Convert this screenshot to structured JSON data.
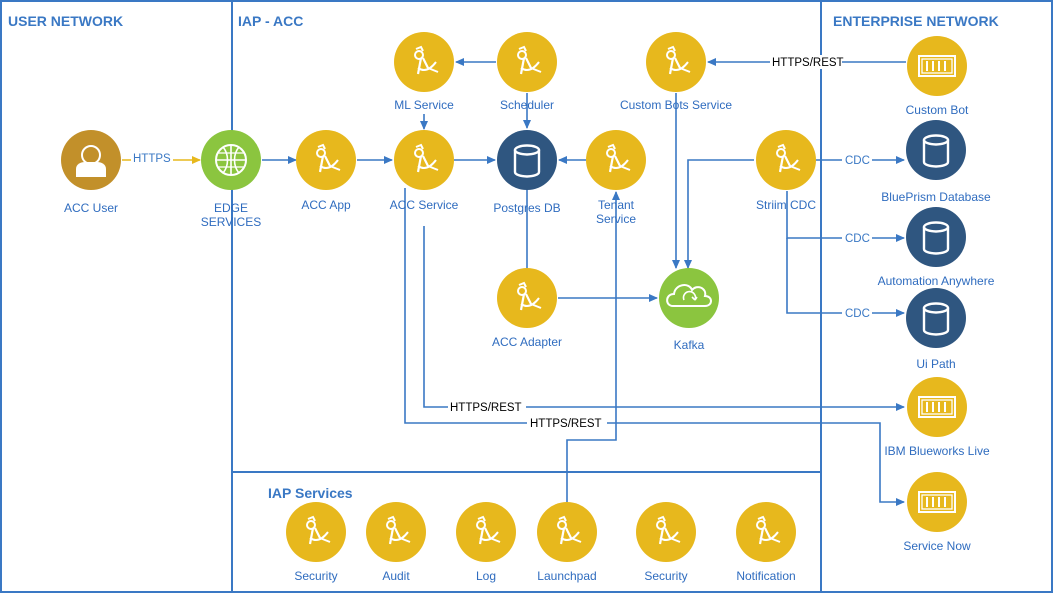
{
  "sections": {
    "user_network": "USER NETWORK",
    "iap_acc": "IAP - ACC",
    "enterprise_network": "ENTERPRISE NETWORK",
    "iap_services": "IAP Services"
  },
  "colors": {
    "border": "#3a78c4",
    "gold": "#e7b81d",
    "green": "#8bc53f",
    "navy": "#2f5680",
    "bronze": "#c2902a",
    "edge": "#3a78c4",
    "edge_https": "#e7b81d"
  },
  "nodes": {
    "acc_user": {
      "label": "ACC User",
      "icon": "user-icon"
    },
    "edge_services": {
      "label1": "EDGE",
      "label2": "SERVICES",
      "icon": "globe-icon"
    },
    "acc_app": {
      "label": "ACC App",
      "icon": "service-icon"
    },
    "ml_service": {
      "label": "ML Service",
      "icon": "service-icon"
    },
    "scheduler": {
      "label": "Scheduler",
      "icon": "service-icon"
    },
    "acc_service": {
      "label": "ACC Service",
      "icon": "service-icon"
    },
    "postgres_db": {
      "label": "Postgres DB",
      "icon": "database-icon"
    },
    "tenant_service": {
      "label1": "Tenant",
      "label2": "Service",
      "icon": "service-icon"
    },
    "custom_bots_service": {
      "label": "Custom Bots Service",
      "icon": "service-icon"
    },
    "acc_adapter": {
      "label": "ACC Adapter",
      "icon": "service-icon"
    },
    "kafka": {
      "label": "Kafka",
      "icon": "cloud-icon"
    },
    "striim_cdc": {
      "label": "Striim CDC",
      "icon": "service-icon"
    },
    "custom_bot": {
      "label": "Custom Bot",
      "icon": "server-icon"
    },
    "blueprism_db": {
      "label": "BluePrism Database",
      "icon": "database-icon"
    },
    "automation_anywhere": {
      "label": "Automation Anywhere",
      "icon": "database-icon"
    },
    "ui_path": {
      "label": "Ui Path",
      "icon": "database-icon"
    },
    "ibm_blueworks": {
      "label": "IBM Blueworks Live",
      "icon": "server-icon"
    },
    "service_now": {
      "label": "Service Now",
      "icon": "server-icon"
    },
    "svc_security_1": {
      "label": "Security",
      "icon": "service-icon"
    },
    "svc_audit": {
      "label": "Audit",
      "icon": "service-icon"
    },
    "svc_log": {
      "label": "Log",
      "icon": "service-icon"
    },
    "svc_launchpad": {
      "label": "Launchpad",
      "icon": "service-icon"
    },
    "svc_security_2": {
      "label": "Security",
      "icon": "service-icon"
    },
    "svc_notification": {
      "label": "Notification",
      "icon": "service-icon"
    }
  },
  "edge_labels": {
    "user_edge": "HTTPS",
    "custombot_rest": "HTTPS/REST",
    "cdc_blueprism": "CDC",
    "cdc_automation": "CDC",
    "cdc_uipath": "CDC",
    "blueworks_rest": "HTTPS/REST",
    "servicenow_rest": "HTTPS/REST"
  }
}
